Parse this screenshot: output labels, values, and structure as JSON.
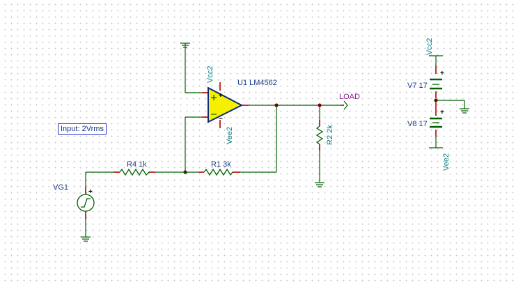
{
  "schematic": {
    "input_note": "Input: 2Vrms",
    "opamp": {
      "ref": "U1",
      "part": "LM4562",
      "label": "U1 LM4562",
      "plus": "+",
      "minus": "−"
    },
    "opamp_supply_top": "Vcc2",
    "opamp_supply_bottom": "Vee2",
    "r4": {
      "label": "R4 1k"
    },
    "r1": {
      "label": "R1 3k"
    },
    "r2": {
      "label": "R2 2k"
    },
    "source": {
      "label": "VG1",
      "plus": "+"
    },
    "output": {
      "label": "LOAD"
    },
    "supply": {
      "top_net": "Vcc2",
      "bottom_net": "Vee2",
      "v7": "V7 17",
      "v8": "V8 17",
      "v7_plus": "+",
      "v8_plus": "+"
    }
  },
  "colors": {
    "wire": "#006000",
    "terminal": "#b00000",
    "node": "#7a0000",
    "opamp_fill": "#f5f000",
    "opamp_outline": "#0b2a7a",
    "label_blue": "#1a3a8a",
    "label_teal": "#007f86",
    "label_purple": "#8b1a8b"
  }
}
